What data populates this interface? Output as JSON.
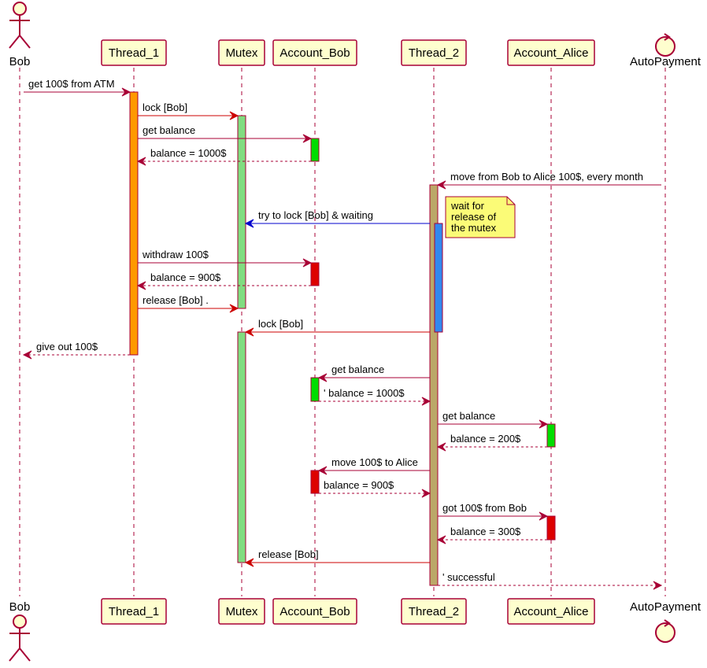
{
  "colors": {
    "message_line": "#A80036",
    "lifeline": "#A80036",
    "participant_fill": "#FEFECE",
    "note_fill": "#FBFB77",
    "blue_arrow": "#0000CC",
    "red_arrow": "#CC0000"
  },
  "participants": [
    {
      "id": "bob",
      "name": "Bob",
      "kind": "actor"
    },
    {
      "id": "thread1",
      "name": "Thread_1",
      "kind": "box"
    },
    {
      "id": "mutex",
      "name": "Mutex",
      "kind": "box"
    },
    {
      "id": "account_bob",
      "name": "Account_Bob",
      "kind": "box"
    },
    {
      "id": "thread2",
      "name": "Thread_2",
      "kind": "box"
    },
    {
      "id": "account_alice",
      "name": "Account_Alice",
      "kind": "box"
    },
    {
      "id": "autopayment",
      "name": "AutoPayment",
      "kind": "control"
    }
  ],
  "activations": [
    {
      "on": "thread1",
      "color": "#FF9900",
      "from": 1,
      "to": 13
    },
    {
      "on": "mutex",
      "color": "#80DD80",
      "from": 2,
      "to": 10
    },
    {
      "on": "account_bob",
      "color": "#00DD00",
      "from": 3,
      "to": 4
    },
    {
      "on": "thread2",
      "color": "#BBA868",
      "from": 5,
      "to": 25
    },
    {
      "on": "thread2",
      "color": "#3388EE",
      "from": 6,
      "to": 12,
      "offset": 1
    },
    {
      "on": "account_bob",
      "color": "#DD0000",
      "from": 7,
      "to": 8
    },
    {
      "on": "mutex",
      "color": "#80DD80",
      "from": 11,
      "to": 24
    },
    {
      "on": "account_bob",
      "color": "#00DD00",
      "from": 15,
      "to": 16
    },
    {
      "on": "account_alice",
      "color": "#00DD00",
      "from": 17,
      "to": 18
    },
    {
      "on": "account_bob",
      "color": "#DD0000",
      "from": 19,
      "to": 20
    },
    {
      "on": "account_alice",
      "color": "#DD0000",
      "from": 21,
      "to": 22
    }
  ],
  "messages": [
    {
      "n": 1,
      "from": "bob",
      "to": "thread1",
      "label": "get 100$ from ATM",
      "color": "#A80036"
    },
    {
      "n": 2,
      "from": "thread1",
      "to": "mutex",
      "label": "lock [Bob]",
      "color": "#CC0000"
    },
    {
      "n": 3,
      "from": "thread1",
      "to": "account_bob",
      "label": "get balance",
      "color": "#A80036"
    },
    {
      "n": 4,
      "from": "account_bob",
      "to": "thread1",
      "label": "balance = 1000$",
      "color": "#A80036",
      "dashed": true
    },
    {
      "n": 5,
      "from": "autopayment",
      "to": "thread2",
      "label": "move from Bob to Alice 100$, every month",
      "color": "#A80036"
    },
    {
      "n": 6,
      "from": "thread2",
      "to": "mutex",
      "label": "try to lock [Bob] & waiting",
      "color": "#0000CC"
    },
    {
      "n": 7,
      "from": "thread1",
      "to": "account_bob",
      "label": "withdraw 100$",
      "color": "#A80036"
    },
    {
      "n": 8,
      "from": "account_bob",
      "to": "thread1",
      "label": "balance = 900$",
      "color": "#A80036",
      "dashed": true
    },
    {
      "n": 9,
      "from": "thread1",
      "to": "mutex",
      "label": "release [Bob]    .",
      "color": "#CC0000"
    },
    {
      "n": 11,
      "from": "thread2",
      "to": "mutex",
      "label": "lock [Bob]",
      "color": "#CC0000"
    },
    {
      "n": 13,
      "from": "thread1",
      "to": "bob",
      "label": "give out 100$",
      "color": "#A80036",
      "dashed": true
    },
    {
      "n": 15,
      "from": "thread2",
      "to": "account_bob",
      "label": "get balance",
      "color": "#A80036"
    },
    {
      "n": 16,
      "from": "account_bob",
      "to": "thread2",
      "label": "'  balance = 1000$",
      "color": "#A80036",
      "dashed": true
    },
    {
      "n": 17,
      "from": "thread2",
      "to": "account_alice",
      "label": "get balance",
      "color": "#A80036"
    },
    {
      "n": 18,
      "from": "account_alice",
      "to": "thread2",
      "label": "balance = 200$",
      "color": "#A80036",
      "dashed": true
    },
    {
      "n": 19,
      "from": "thread2",
      "to": "account_bob",
      "label": "move 100$ to Alice",
      "color": "#A80036"
    },
    {
      "n": 20,
      "from": "account_bob",
      "to": "thread2",
      "label": "balance = 900$",
      "color": "#A80036",
      "dashed": true
    },
    {
      "n": 21,
      "from": "thread2",
      "to": "account_alice",
      "label": "got 100$ from Bob",
      "color": "#A80036"
    },
    {
      "n": 22,
      "from": "account_alice",
      "to": "thread2",
      "label": "balance = 300$",
      "color": "#A80036",
      "dashed": true
    },
    {
      "n": 24,
      "from": "thread2",
      "to": "mutex",
      "label": "release [Bob]",
      "color": "#CC0000"
    },
    {
      "n": 25,
      "from": "thread2",
      "to": "autopayment",
      "label": "'   successful",
      "color": "#A80036",
      "dashed": true
    }
  ],
  "note": {
    "lines": [
      "wait for",
      "release of",
      "the mutex"
    ]
  }
}
